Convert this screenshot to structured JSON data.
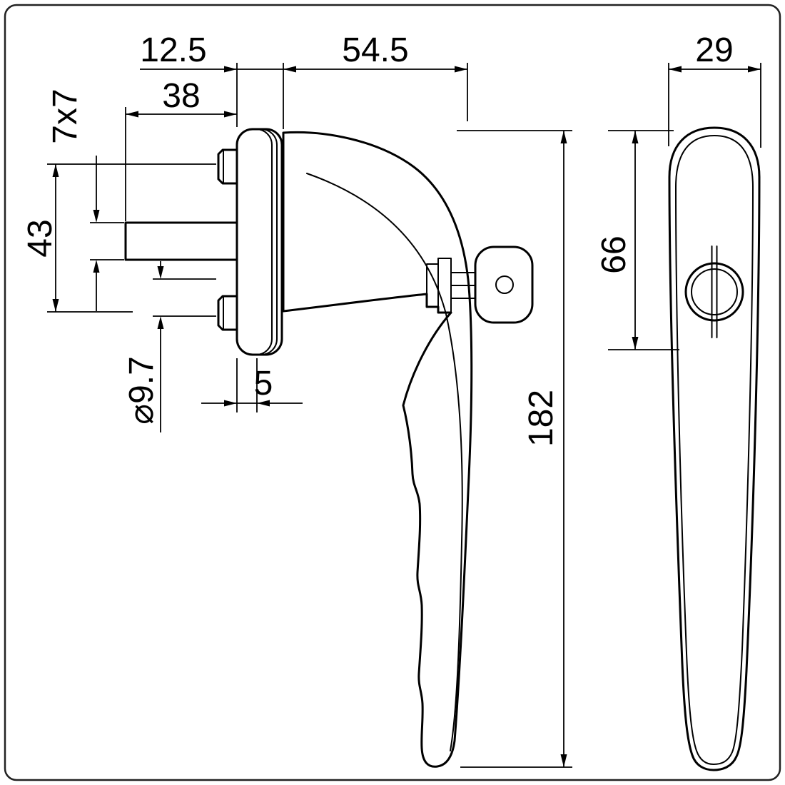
{
  "drawing": {
    "type": "technical-dimension-drawing",
    "subject": "window-handle-with-key-lock",
    "colors": {
      "line": "#000000",
      "background": "#ffffff"
    },
    "labels": {
      "plate_depth": "12.5",
      "reach": "54.5",
      "handle_width": "29",
      "spindle_length": "38",
      "spindle_section": "7x7",
      "screw_spacing": "43",
      "hole_diameter": "⌀9.7",
      "plate_thickness": "5",
      "total_length": "182",
      "grip_length": "66"
    }
  }
}
